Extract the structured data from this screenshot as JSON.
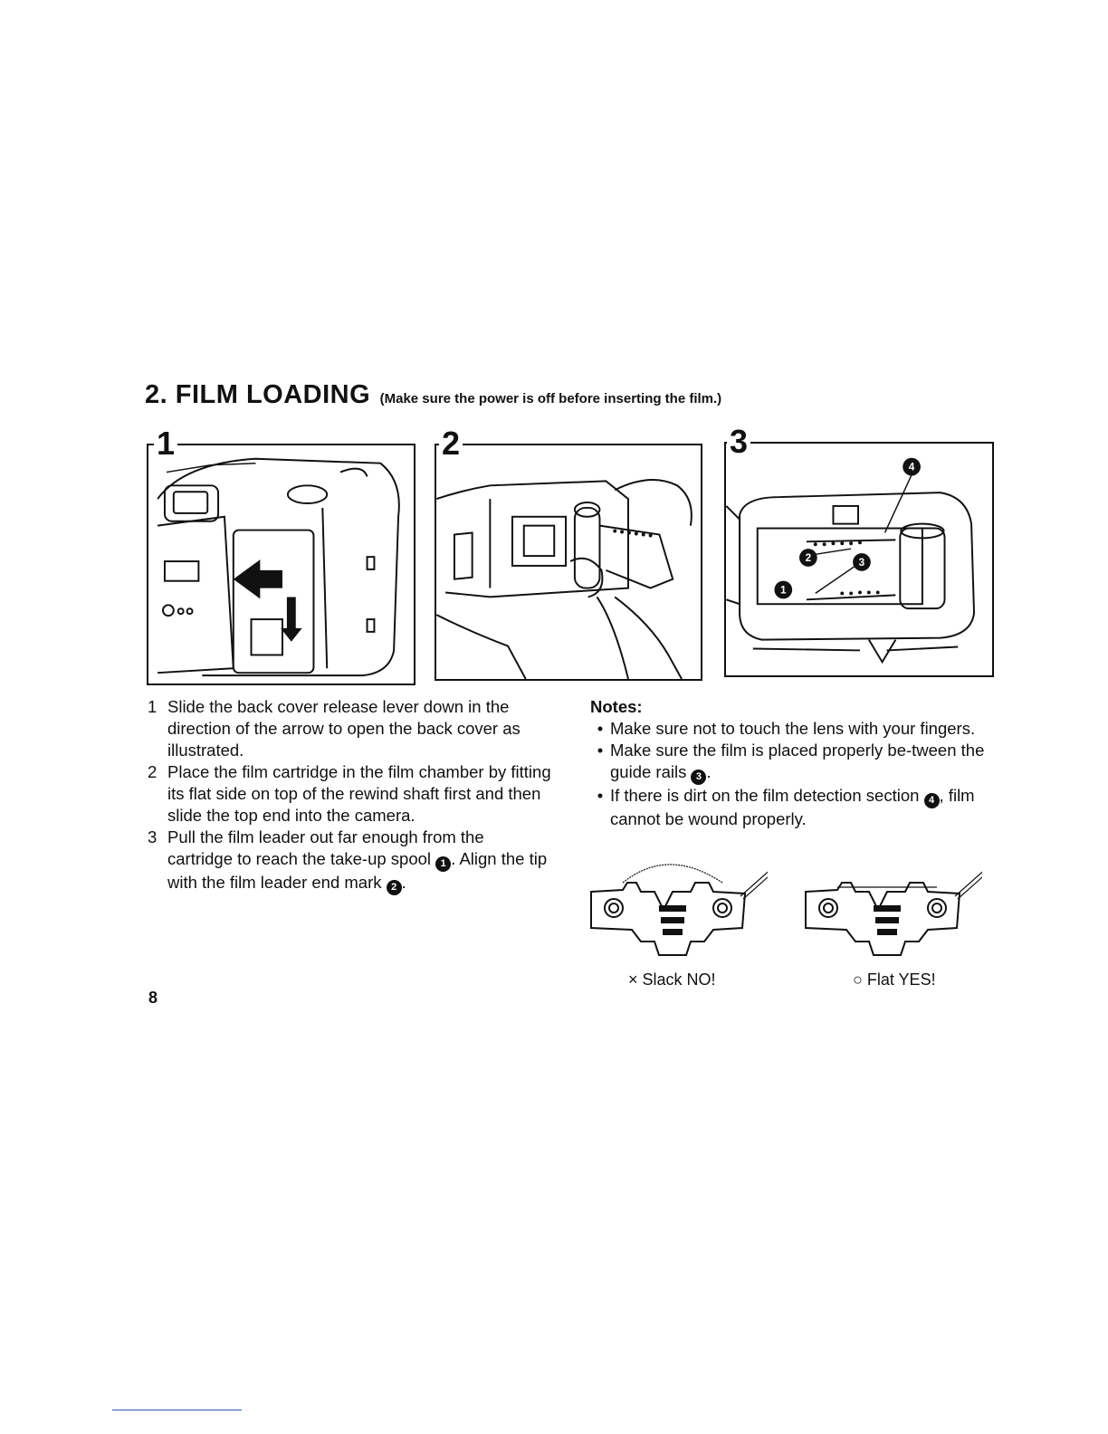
{
  "heading": {
    "main": "2. FILM LOADING",
    "sub": "(Make sure the power is off before inserting the film.)"
  },
  "panels": [
    {
      "number": "1"
    },
    {
      "number": "2"
    },
    {
      "number": "3",
      "callouts": [
        "4",
        "2",
        "3",
        "1"
      ]
    }
  ],
  "steps": [
    {
      "num": "1",
      "text": "Slide the back cover release lever down in the direction of the arrow to open the back cover as illustrated."
    },
    {
      "num": "2",
      "text": "Place the film cartridge in the film chamber by fitting its flat side on top of the rewind shaft first and then slide the top end into the camera."
    },
    {
      "num": "3",
      "text_a": "Pull the film leader out far enough from the cartridge to reach the take-up spool",
      "mark_a": "1",
      "text_b": ". Align the tip with the film leader end mark",
      "mark_b": "2",
      "text_c": "."
    }
  ],
  "notes": {
    "title": "Notes:",
    "bullet": "•",
    "items": [
      {
        "text": "Make sure not to touch the lens with your fingers."
      },
      {
        "text_a": "Make sure the film is placed properly be-tween the guide rails",
        "mark": "3",
        "text_b": "."
      },
      {
        "text_a": "If there is dirt on the film detection section",
        "mark": "4",
        "text_b": ", film cannot be wound properly."
      }
    ]
  },
  "figures": {
    "slack_caption": "× Slack NO!",
    "flat_caption": "○ Flat YES!"
  },
  "page_number": "8"
}
